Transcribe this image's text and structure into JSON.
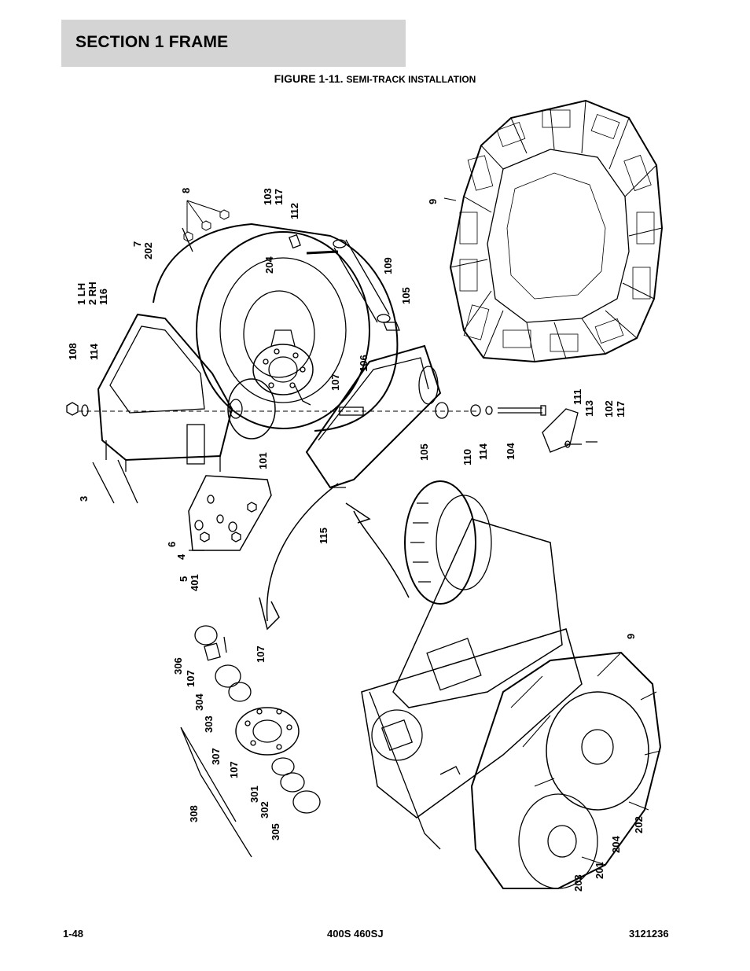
{
  "header": {
    "section_title": "SECTION 1  FRAME"
  },
  "figure": {
    "number": "FIGURE 1-11.",
    "name": "SEMI-TRACK INSTALLATION"
  },
  "callouts": [
    {
      "id": "c108",
      "text": "108"
    },
    {
      "id": "c114a",
      "text": "114"
    },
    {
      "id": "c1lh",
      "text": "1 LH"
    },
    {
      "id": "c2rh",
      "text": "2 RH"
    },
    {
      "id": "c116",
      "text": "116"
    },
    {
      "id": "c7",
      "text": "7"
    },
    {
      "id": "c202a",
      "text": "202"
    },
    {
      "id": "c8",
      "text": "8"
    },
    {
      "id": "c103",
      "text": "103"
    },
    {
      "id": "c117a",
      "text": "117"
    },
    {
      "id": "c112",
      "text": "112"
    },
    {
      "id": "c204a",
      "text": "204"
    },
    {
      "id": "c109",
      "text": "109"
    },
    {
      "id": "c105a",
      "text": "105"
    },
    {
      "id": "c106",
      "text": "106"
    },
    {
      "id": "c107a",
      "text": "107"
    },
    {
      "id": "c9a",
      "text": "9"
    },
    {
      "id": "c3",
      "text": "3"
    },
    {
      "id": "c101",
      "text": "101"
    },
    {
      "id": "c6",
      "text": "6"
    },
    {
      "id": "c4",
      "text": "4"
    },
    {
      "id": "c5",
      "text": "5"
    },
    {
      "id": "c401",
      "text": "401"
    },
    {
      "id": "c115",
      "text": "115"
    },
    {
      "id": "c105b",
      "text": "105"
    },
    {
      "id": "c110",
      "text": "110"
    },
    {
      "id": "c114b",
      "text": "114"
    },
    {
      "id": "c104",
      "text": "104"
    },
    {
      "id": "c111",
      "text": "111"
    },
    {
      "id": "c113",
      "text": "113"
    },
    {
      "id": "c102",
      "text": "102"
    },
    {
      "id": "c117b",
      "text": "117"
    },
    {
      "id": "c306",
      "text": "306"
    },
    {
      "id": "c107b",
      "text": "107"
    },
    {
      "id": "c107c",
      "text": "107"
    },
    {
      "id": "c304",
      "text": "304"
    },
    {
      "id": "c303",
      "text": "303"
    },
    {
      "id": "c307",
      "text": "307"
    },
    {
      "id": "c107d",
      "text": "107"
    },
    {
      "id": "c308",
      "text": "308"
    },
    {
      "id": "c301",
      "text": "301"
    },
    {
      "id": "c302",
      "text": "302"
    },
    {
      "id": "c305",
      "text": "305"
    },
    {
      "id": "c9b",
      "text": "9"
    },
    {
      "id": "c202b",
      "text": "202"
    },
    {
      "id": "c204b",
      "text": "204"
    },
    {
      "id": "c201",
      "text": "201"
    },
    {
      "id": "c203",
      "text": "203"
    }
  ],
  "footer": {
    "page": "1-48",
    "model": "400S 460SJ",
    "doc_number": "3121236"
  }
}
